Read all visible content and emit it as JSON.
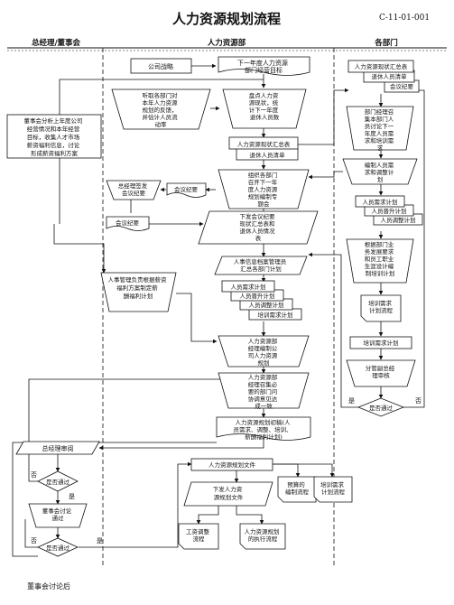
{
  "header": {
    "title": "人力资源规划流程",
    "code": "C-11-01-001"
  },
  "lanes": {
    "left": "总经理/董事会",
    "middle": "人力资源部",
    "right": "各部门"
  },
  "nodes": {
    "company_strategy": "公司战略",
    "next_year_goals": [
      "下一年度人力资源",
      "部门经营目标"
    ],
    "analyze_feedback": [
      "听取各部门对",
      "本年人力资源",
      "规划的反馈，",
      "并估计人员流",
      "动率"
    ],
    "current_stats": [
      "盘点人力资",
      "源现状，统",
      "计下一年度",
      "退休人员数"
    ],
    "hr_summary_report": "人力资源现状汇总表",
    "retiree_list_mid": "退休人员清单",
    "board_analysis": [
      "董事会分析上年度公司",
      "经营情况和本年经营",
      "目标，收集人才市场",
      "薪资福利信息，讨论",
      "形成薪资福利方案"
    ],
    "dept_hr_summary": "人力资源现状汇总表",
    "dept_retiree_list": "退休人员清单",
    "meeting_minutes_dept": "会议纪要",
    "dept_collect_needs": [
      "部门经理召",
      "集本部门人",
      "员讨论下一",
      "年度人员需",
      "求和培训需",
      "求"
    ],
    "staffing_adjust_plan": [
      "编制人员需",
      "求和调整计",
      "划"
    ],
    "organize_meeting": [
      "组织各部门",
      "召开下一年",
      "度人力资源",
      "规划编制专",
      "题会"
    ],
    "meeting_minutes_mid": "会议纪要",
    "gm_sign_minutes": [
      "总经理签发",
      "会议纪要"
    ],
    "meeting_minutes_left": "会议纪要",
    "issue_summary": [
      "下发会议纪要",
      "现状汇总表和",
      "退休人员情况",
      "表"
    ],
    "dept_demand_plan": "人员需求计划",
    "dept_promotion_plan": "人员晋升计划",
    "dept_transfer_plan": "人员调整计划",
    "dept_training_needs": [
      "根据部门业",
      "务发展要求",
      "和员工职业",
      "生涯设计编",
      "制培训计划"
    ],
    "training_plan_flow": [
      "培训需求",
      "计划流程"
    ],
    "training_needs_plan": "培训需求计划",
    "dept_manager_review": [
      "分管副总经",
      "理审核"
    ],
    "dept_pass": "是否通过",
    "yes_label": "是",
    "no_label": "否",
    "hr_info_summary": [
      "人事信息档案管理员",
      "汇总各部门计划"
    ],
    "hr_demand_plan": "人员需求计划",
    "hr_promotion_plan": "人员晋升计划",
    "hr_transfer_plan": "人员调整计划",
    "hr_training_plan": "培训需求计划",
    "salary_manager_plan": [
      "人事管理负责根据薪资",
      "福利方案制定薪",
      "酬福利计划"
    ],
    "hr_manager_compile": [
      "人力资源部",
      "经理编制公",
      "司人力资源",
      "规划"
    ],
    "hr_manager_meet": [
      "人力资源部",
      "经理召集必",
      "要的部门问",
      "协调意见达",
      "成一致"
    ],
    "hr_plan_draft": [
      "人力资源规划初稿(人",
      "员需求、调整、培训、",
      "薪酬福利计划)"
    ],
    "gm_review": "总经理审阅",
    "gm_pass": "是否通过",
    "board_discuss": [
      "董事会讨论",
      "通过"
    ],
    "board_pass": "是否通过",
    "hr_plan_file": "人力资源规划文件",
    "issue_plan_file": [
      "下发人力资",
      "源规划文件"
    ],
    "budget_flow": [
      "预算的",
      "编制流程"
    ],
    "training_flow_bottom": [
      "培训需求",
      "计划流程"
    ],
    "salary_adjust_flow": [
      "工资调整",
      "流程"
    ],
    "execution_flow": [
      "人力资源规划",
      "的执行流程"
    ]
  },
  "footer": "董事会讨论后"
}
